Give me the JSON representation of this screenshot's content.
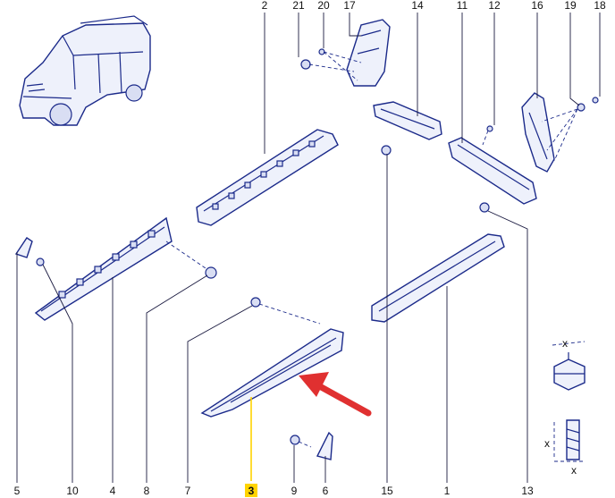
{
  "diagram": {
    "callouts_top": [
      "2",
      "21",
      "20",
      "17",
      "14",
      "11",
      "12",
      "16",
      "19",
      "18"
    ],
    "callouts_bottom": [
      "5",
      "10",
      "4",
      "8",
      "7",
      "3",
      "9",
      "6",
      "15",
      "1",
      "13"
    ],
    "highlighted": "3",
    "side_labels": [
      "x",
      "x",
      "x"
    ],
    "colors": {
      "line": "#1b2a8a",
      "highlight": "#ffd400",
      "arrow": "#e03030"
    }
  }
}
